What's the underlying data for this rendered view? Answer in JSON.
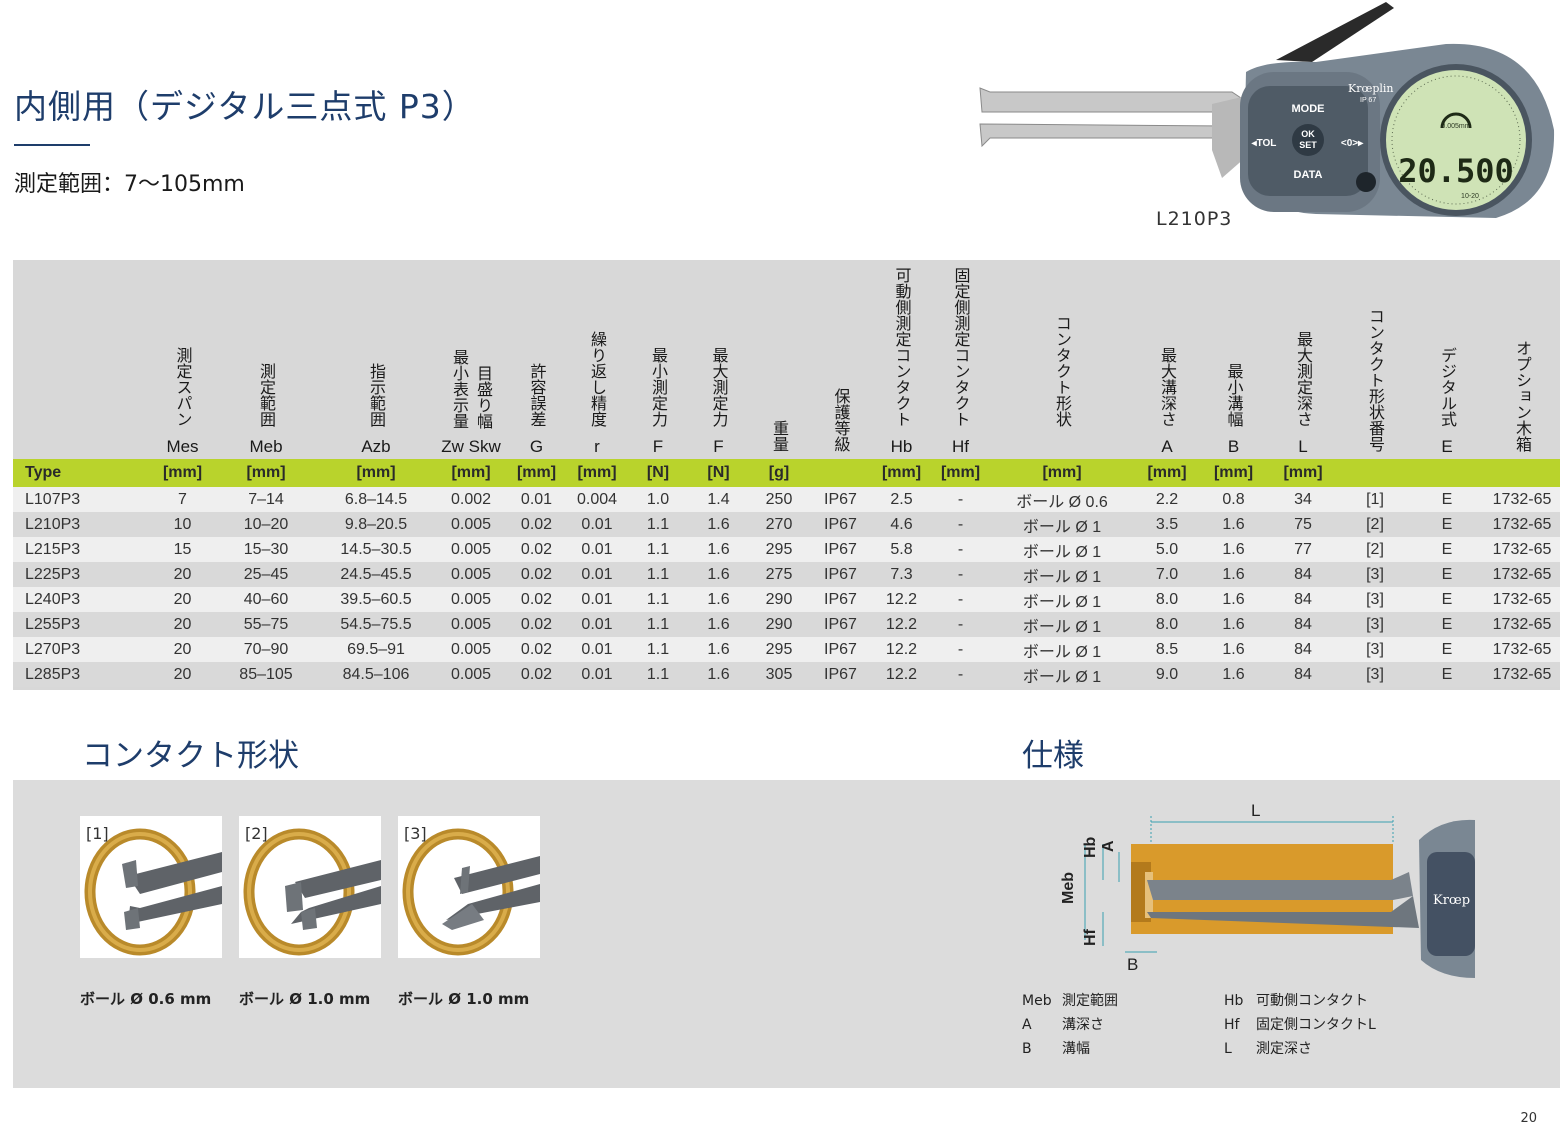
{
  "header": {
    "title": "内側用（デジタル三点式 P3）",
    "range_label": "測定範囲：7～105mm",
    "product_caption": "L210P3",
    "device": {
      "brand": "Krœplin",
      "ip": "IP 67",
      "btn_mode": "MODE",
      "btn_tol": "◂TOL",
      "btn_ok": "OK",
      "btn_set": "SET",
      "btn_zero": "<0>▸",
      "btn_data": "DATA",
      "display_value": "20.500",
      "display_sub": "10-20",
      "display_res": "0.005mm"
    }
  },
  "table": {
    "columns": [
      {
        "label": "測定スパン",
        "symbol": "Mes",
        "unit": "[mm]"
      },
      {
        "label": "測定範囲",
        "symbol": "Meb",
        "unit": "[mm]"
      },
      {
        "label": "指示範囲",
        "symbol": "Azb",
        "unit": "[mm]"
      },
      {
        "label": "最小表示量",
        "label2": "目盛り幅",
        "symbol": "Zw Skw",
        "unit": "[mm]"
      },
      {
        "label": "許容誤差",
        "symbol": "G",
        "unit": "[mm]"
      },
      {
        "label": "繰り返し精度",
        "symbol": "r",
        "unit": "[mm]"
      },
      {
        "label": "最小測定力",
        "symbol": "F",
        "unit": "[N]"
      },
      {
        "label": "最大測定力",
        "symbol": "F",
        "unit": "[N]"
      },
      {
        "label": "重量",
        "symbol": "",
        "unit": "[g]"
      },
      {
        "label": "保護等級",
        "symbol": "",
        "unit": ""
      },
      {
        "label": "可動側測定コンタクト",
        "symbol": "Hb",
        "unit": "[mm]"
      },
      {
        "label": "固定側測定コンタクト",
        "symbol": "Hf",
        "unit": "[mm]"
      },
      {
        "label": "コンタクト形状",
        "symbol": "",
        "unit": "[mm]"
      },
      {
        "label": "最大溝深さ",
        "symbol": "A",
        "unit": "[mm]"
      },
      {
        "label": "最小溝幅",
        "symbol": "B",
        "unit": "[mm]"
      },
      {
        "label": "最大測定深さ",
        "symbol": "L",
        "unit": "[mm]"
      },
      {
        "label": "コンタクト形状番号",
        "symbol": "",
        "unit": ""
      },
      {
        "label": "デジタル式",
        "symbol": "E",
        "unit": ""
      },
      {
        "label": "オプション木箱",
        "symbol": "",
        "unit": ""
      }
    ],
    "type_label": "Type",
    "rows": [
      [
        "L107P3",
        "7",
        "7–14",
        "6.8–14.5",
        "0.002",
        "0.01",
        "0.004",
        "1.0",
        "1.4",
        "250",
        "IP67",
        "2.5",
        "-",
        "ボール Ø 0.6",
        "2.2",
        "0.8",
        "34",
        "[1]",
        "E",
        "1732-65"
      ],
      [
        "L210P3",
        "10",
        "10–20",
        "9.8–20.5",
        "0.005",
        "0.02",
        "0.01",
        "1.1",
        "1.6",
        "270",
        "IP67",
        "4.6",
        "-",
        "ボール Ø 1",
        "3.5",
        "1.6",
        "75",
        "[2]",
        "E",
        "1732-65"
      ],
      [
        "L215P3",
        "15",
        "15–30",
        "14.5–30.5",
        "0.005",
        "0.02",
        "0.01",
        "1.1",
        "1.6",
        "295",
        "IP67",
        "5.8",
        "-",
        "ボール Ø 1",
        "5.0",
        "1.6",
        "77",
        "[2]",
        "E",
        "1732-65"
      ],
      [
        "L225P3",
        "20",
        "25–45",
        "24.5–45.5",
        "0.005",
        "0.02",
        "0.01",
        "1.1",
        "1.6",
        "275",
        "IP67",
        "7.3",
        "-",
        "ボール Ø 1",
        "7.0",
        "1.6",
        "84",
        "[3]",
        "E",
        "1732-65"
      ],
      [
        "L240P3",
        "20",
        "40–60",
        "39.5–60.5",
        "0.005",
        "0.02",
        "0.01",
        "1.1",
        "1.6",
        "290",
        "IP67",
        "12.2",
        "-",
        "ボール Ø 1",
        "8.0",
        "1.6",
        "84",
        "[3]",
        "E",
        "1732-65"
      ],
      [
        "L255P3",
        "20",
        "55–75",
        "54.5–75.5",
        "0.005",
        "0.02",
        "0.01",
        "1.1",
        "1.6",
        "290",
        "IP67",
        "12.2",
        "-",
        "ボール Ø 1",
        "8.0",
        "1.6",
        "84",
        "[3]",
        "E",
        "1732-65"
      ],
      [
        "L270P3",
        "20",
        "70–90",
        "69.5–91",
        "0.005",
        "0.02",
        "0.01",
        "1.1",
        "1.6",
        "295",
        "IP67",
        "12.2",
        "-",
        "ボール Ø 1",
        "8.5",
        "1.6",
        "84",
        "[3]",
        "E",
        "1732-65"
      ],
      [
        "L285P3",
        "20",
        "85–105",
        "84.5–106",
        "0.005",
        "0.02",
        "0.01",
        "1.1",
        "1.6",
        "305",
        "IP67",
        "12.2",
        "-",
        "ボール Ø 1",
        "9.0",
        "1.6",
        "84",
        "[3]",
        "E",
        "1732-65"
      ]
    ]
  },
  "contact_section": {
    "title": "コンタクト形状",
    "items": [
      {
        "num": "[1]",
        "label": "ボール Ø 0.6 mm"
      },
      {
        "num": "[2]",
        "label": "ボール Ø 1.0 mm"
      },
      {
        "num": "[3]",
        "label": "ボール Ø 1.0 mm"
      }
    ]
  },
  "spec_section": {
    "title": "仕様",
    "diagram_labels": {
      "L": "L",
      "Hb": "Hb",
      "A": "A",
      "Meb": "Meb",
      "Hf": "Hf",
      "B": "B",
      "brand": "Krœp"
    },
    "legend": [
      {
        "key": "Meb",
        "value": "測定範囲"
      },
      {
        "key": "A",
        "value": "溝深さ"
      },
      {
        "key": "B",
        "value": "溝幅"
      },
      {
        "key": "Hb",
        "value": "可動側コンタクト"
      },
      {
        "key": "Hf",
        "value": "固定側コンタクトL"
      },
      {
        "key": "L",
        "value": "測定深さ"
      }
    ]
  },
  "page_number": "20"
}
